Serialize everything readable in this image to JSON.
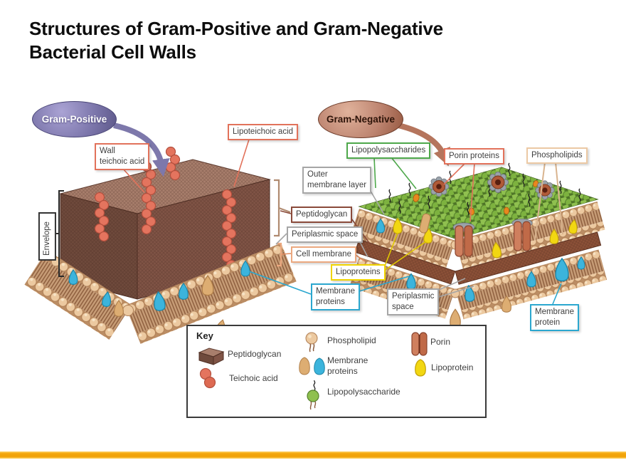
{
  "title": "Structures of Gram-Positive and Gram-Negative\nBacterial Cell Walls",
  "bubbles": {
    "gram_positive": "Gram-Positive",
    "gram_negative": "Gram-Negative"
  },
  "labels": {
    "wall_teichoic_acid": "Wall\nteichoic acid",
    "lipoteichoic_acid": "Lipoteichoic acid",
    "lipopolysaccharides": "Lipopolysaccharides",
    "outer_membrane_layer": "Outer\nmembrane layer",
    "porin_proteins": "Porin proteins",
    "phospholipids": "Phospholipids",
    "peptidoglycan": "Peptidoglycan",
    "periplasmic_space": "Periplasmic space",
    "cell_membrane": "Cell membrane",
    "lipoproteins": "Lipoproteins",
    "membrane_proteins": "Membrane\nproteins",
    "periplasmic_space_2": "Periplasmic\nspace",
    "membrane_protein": "Membrane\nprotein",
    "envelope": "Envelope"
  },
  "key": {
    "heading": "Key",
    "items": [
      {
        "icon": "peptidoglycan-icon",
        "label": "Peptidoglycan"
      },
      {
        "icon": "teichoic-acid-icon",
        "label": "Teichoic acid"
      },
      {
        "icon": "phospholipid-icon",
        "label": "Phospholipid"
      },
      {
        "icon": "membrane-proteins-icon",
        "label": "Membrane\nproteins"
      },
      {
        "icon": "lipopolysaccharide-icon",
        "label": "Lipopolysaccharide"
      },
      {
        "icon": "porin-icon",
        "label": "Porin"
      },
      {
        "icon": "lipoprotein-icon",
        "label": "Lipoprotein"
      }
    ]
  },
  "colors": {
    "gram_positive_bubble": "#7d77ac",
    "gram_negative_bubble": "#bd8470",
    "salmon_callout": "#e2725b",
    "green_callout": "#4ea84b",
    "gray_callout": "#a6a6a6",
    "maroon_callout": "#8a4a3a",
    "peach_callout": "#ecc9a4",
    "yellow_callout": "#f0d400",
    "cyan_callout": "#2ba7cf",
    "peptidoglycan_brown": "#7e5446",
    "lps_green": "#7db23f",
    "membrane_tan": "#ecc9a0",
    "lipoprotein_yellow": "#f2d712",
    "membrane_protein_blue": "#3cb4dc",
    "teichoic_red": "#e4745e",
    "bottom_bar_gold": "#f0a106"
  }
}
